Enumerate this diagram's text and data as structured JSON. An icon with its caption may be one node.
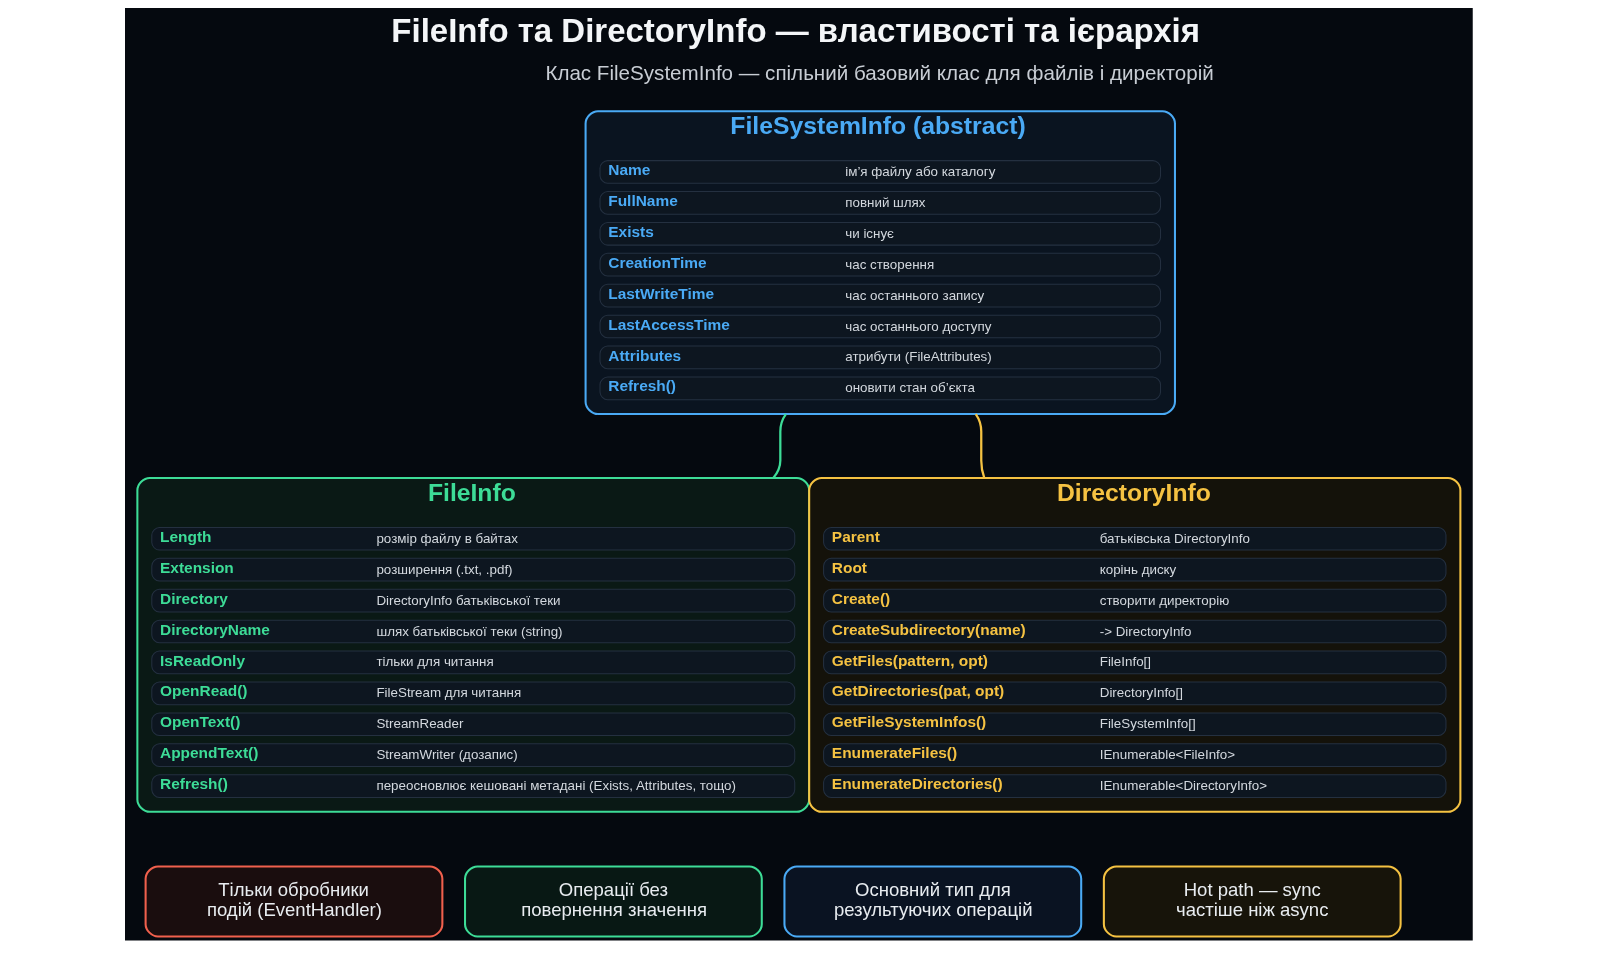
{
  "diagram": {
    "title": "FileInfo та DirectoryInfo — властивості та ієрархія",
    "nodes": [
      {
        "text": [
          "FileSystemInfo (abstract)"
        ]
      },
      {
        "text": [
          "Name",
          "ім’я файлу або каталогу"
        ],
        "in": 0
      },
      {
        "text": [
          "FullName",
          "повний шлях"
        ],
        "in": 0
      },
      {
        "text": [
          "Exists",
          "чи існує"
        ],
        "in": 0
      },
      {
        "text": [
          "CreationTime",
          "час створення"
        ],
        "in": 0
      },
      {
        "text": [
          "LastWriteTime",
          "час останнього запису"
        ],
        "in": 0
      },
      {
        "text": [
          "LastAccessTime",
          "час останнього доступу"
        ],
        "in": 0
      },
      {
        "text": [
          "Attributes",
          "атрибути (FileAttributes)"
        ],
        "in": 0
      },
      {
        "text": [
          "Refresh()",
          "оновити стан об’єкта"
        ],
        "in": 0
      },
      {
        "text": [
          "FileInfo"
        ]
      },
      {
        "text": [
          "Length",
          "розмір файлу в байтах"
        ],
        "in": 9
      },
      {
        "text": [
          "Extension",
          "розширення (.txt, .pdf)"
        ],
        "in": 9
      },
      {
        "text": [
          "Directory",
          "DirectoryInfo батьківської теки"
        ],
        "in": 9
      },
      {
        "text": [
          "DirectoryName",
          "шлях батьківської теки (string)"
        ],
        "in": 9
      },
      {
        "text": [
          "IsReadOnly",
          "тільки для читання"
        ],
        "in": 9
      },
      {
        "text": [
          "OpenRead()",
          "FileStream для читання"
        ],
        "in": 9
      },
      {
        "text": [
          "OpenText()",
          "StreamReader"
        ],
        "in": 9
      },
      {
        "text": [
          "AppendText()",
          "StreamWriter (дозапис)"
        ],
        "in": 9
      },
      {
        "text": [
          "Refresh()",
          "переосновлює кешовані метадані (Exists, Attributes, тощо)"
        ],
        "in": 9
      },
      {
        "text": [
          "DirectoryInfo"
        ]
      },
      {
        "text": [
          "Parent",
          "батьківська DirectoryInfo"
        ],
        "in": 19
      },
      {
        "text": [
          "Root",
          "корінь диску"
        ],
        "in": 19
      },
      {
        "text": [
          "Create()",
          "створити директорію"
        ],
        "in": 19
      },
      {
        "text": [
          "CreateSubdirectory(name)",
          "-> DirectoryInfo"
        ],
        "in": 19
      },
      {
        "text": [
          "GetFiles(pattern, opt)",
          "FileInfo[]"
        ],
        "in": 19
      },
      {
        "text": [
          "GetDirectories(pat, opt)",
          "DirectoryInfo[]"
        ],
        "in": 19
      },
      {
        "text": [
          "GetFileSystemInfos()",
          "FileSystemInfo[]"
        ],
        "in": 19
      },
      {
        "text": [
          "EnumerateFiles()",
          "IEnumerable<FileInfo>"
        ],
        "in": 19
      },
      {
        "text": [
          "EnumerateDirectories()",
          "IEnumerable<DirectoryInfo>"
        ],
        "in": 19
      },
      {
        "text": [
          "Тільки обробники подій (EventHandler)"
        ]
      },
      {
        "text": [
          "Операції без повернення значення"
        ]
      },
      {
        "text": [
          "Основний тип для результуючих операцій"
        ]
      },
      {
        "text": [
          "Hot path — sync частіше ніж async"
        ]
      }
    ],
    "edges": [
      {
        "from": 0,
        "to": 9,
        "arrow": "none",
        "color": "#3ddc97"
      },
      {
        "from": 0,
        "to": 19,
        "arrow": "none",
        "color": "#f5c242"
      }
    ],
    "labels": [
      "Клас FileSystemInfo — спільний базовий клас для файлів і директорій"
    ]
  }
}
